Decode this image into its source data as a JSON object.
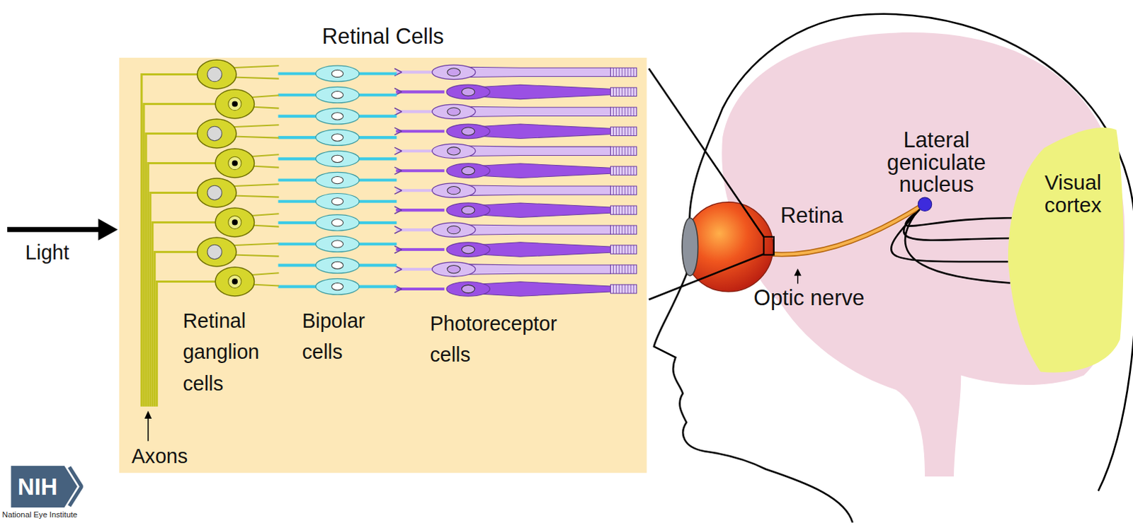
{
  "diagram": {
    "nodes": [
      {
        "text": [
          "Retinal Cells"
        ]
      },
      {
        "text": [
          "Lateral geniculate nucleus"
        ]
      },
      {
        "text": [
          "Visual cortex"
        ]
      },
      {
        "text": [
          "NIH",
          "National Eye Institute"
        ]
      }
    ],
    "edges": [
      {
        "from": 1,
        "to": 2,
        "arrow": "none"
      }
    ],
    "labels": [
      "Light",
      "Retinal ganglion cells",
      "Bipolar cells",
      "Photoreceptor cells",
      "Axons",
      "Retina",
      "Optic nerve"
    ]
  }
}
